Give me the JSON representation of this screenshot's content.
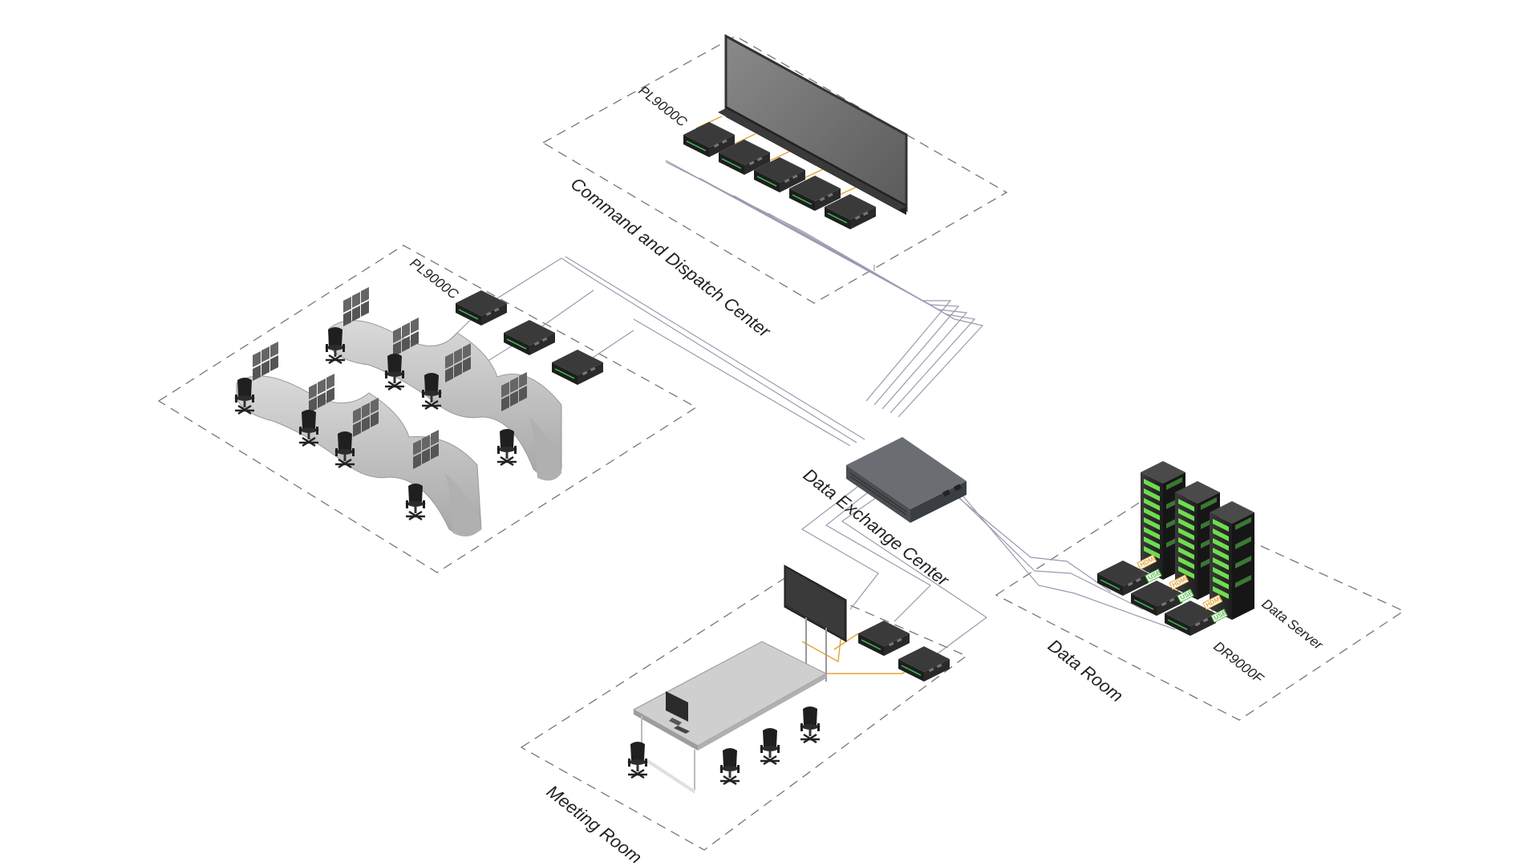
{
  "zones": {
    "command": {
      "title": "Command and Dispatch Center",
      "device": "PL9000C"
    },
    "control": {
      "device": "PL9000C"
    },
    "exchange": {
      "title": "Data Exchange Center"
    },
    "meeting": {
      "title": "Meeting Room"
    },
    "dataroom": {
      "title": "Data Room",
      "device": "DR9000F",
      "server": "Data Server"
    }
  },
  "ports": {
    "hdmi": "HDMI",
    "usb": "USB"
  },
  "colors": {
    "zone_border": "#777777",
    "network_line": "#9a9ab0",
    "video_line": "#e3a33a",
    "usb_line": "#55b84a",
    "device_dark": "#2b2b2b",
    "device_accent": "#3fbf5a",
    "server_led": "#6fdc4f",
    "switch_body": "#5c6064",
    "desk_gray": "#c8c8c8",
    "table_gray": "#bdbdbd"
  }
}
